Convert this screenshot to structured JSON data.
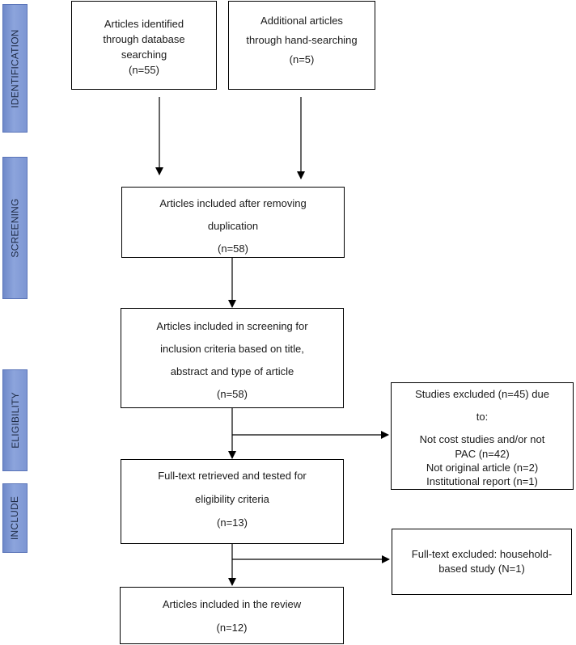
{
  "stages": {
    "identification": "IDENTIFICATION",
    "screening": "SCREENING",
    "eligibility": "ELIGIBILITY",
    "include": "INCLUDE"
  },
  "boxes": {
    "database": {
      "lines": [
        "Articles identified",
        "through database",
        "searching",
        "(n=55)"
      ]
    },
    "hand_search": {
      "lines": [
        "Additional articles",
        "through hand-searching",
        "(n=5)"
      ]
    },
    "after_dedup": {
      "lines": [
        "Articles included after removing",
        "duplication",
        "(n=58)"
      ]
    },
    "screening": {
      "lines": [
        "Articles included in screening for",
        "inclusion criteria based on title,",
        "abstract and type of article",
        "(n=58)"
      ]
    },
    "excluded_studies": {
      "lines": [
        "Studies excluded (n=45) due",
        "to:",
        "Not cost studies and/or not",
        "PAC (n=42)",
        "Not original article (n=2)",
        "Institutional report (n=1)"
      ]
    },
    "fulltext": {
      "lines": [
        "Full-text retrieved and tested for",
        "eligibility criteria",
        "(n=13)"
      ]
    },
    "excluded_fulltext": {
      "lines": [
        "Full-text excluded: household-",
        "based study (N=1)"
      ]
    },
    "included": {
      "lines": [
        "Articles included in the review",
        "(n=12)"
      ]
    }
  }
}
